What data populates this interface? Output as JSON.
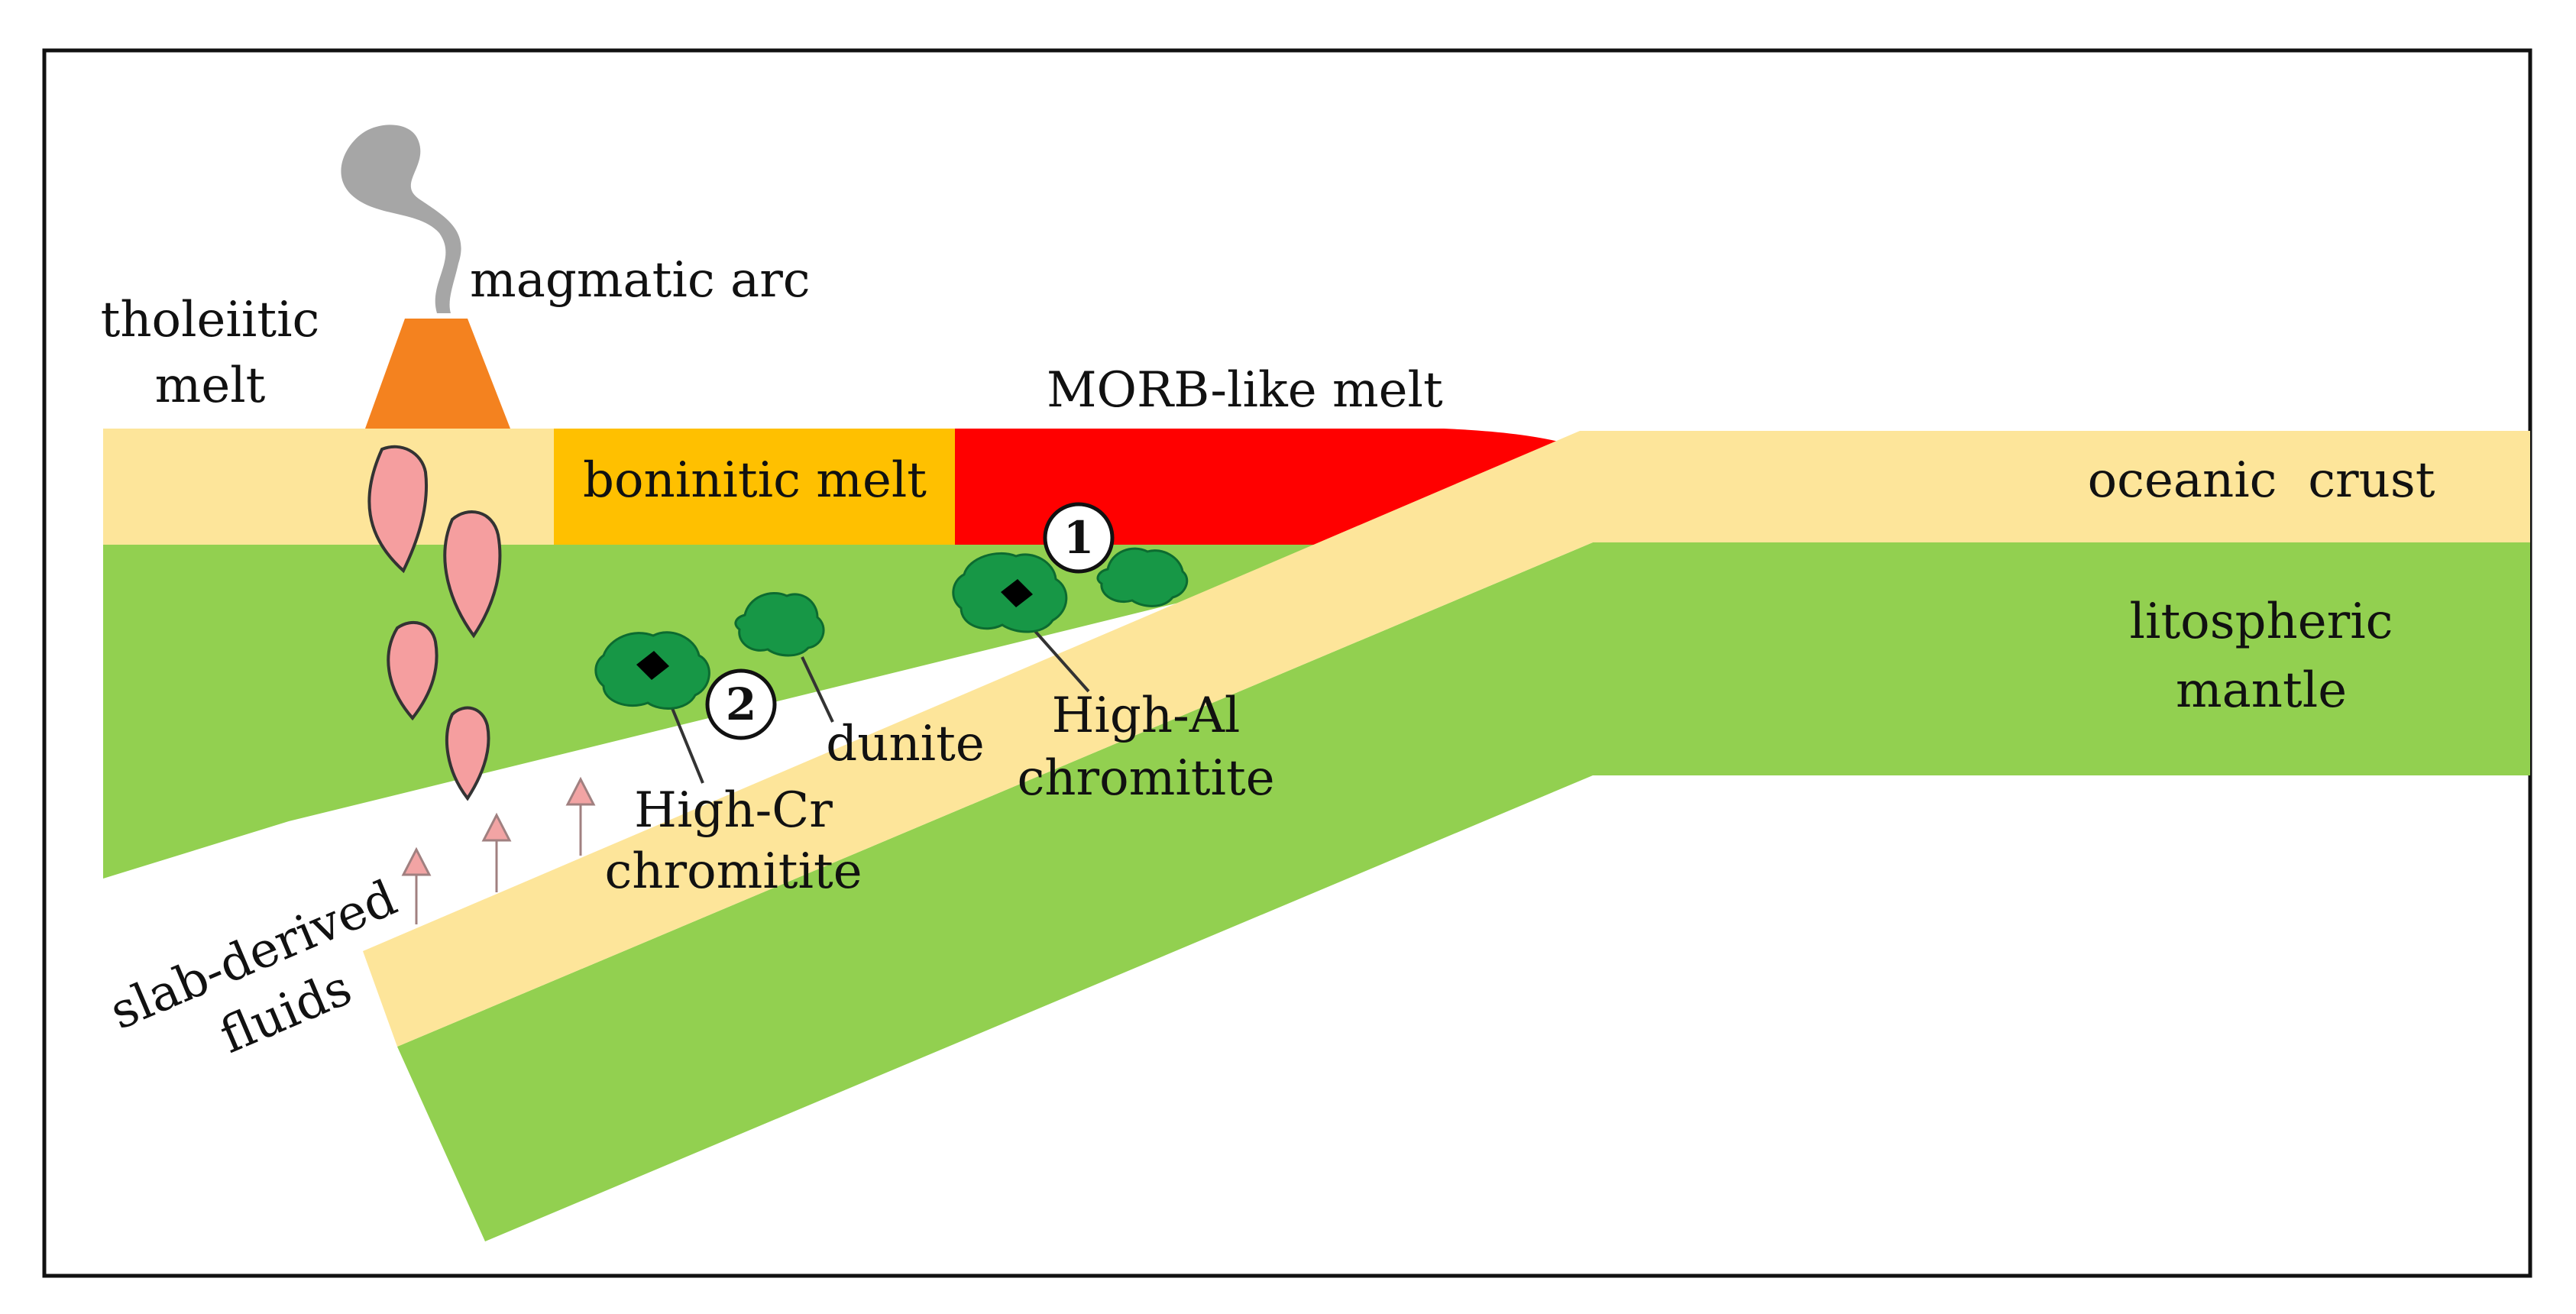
{
  "labels": {
    "tholeiitic": [
      "tholeiitic",
      "melt"
    ],
    "magmatic_arc": "magmatic arc",
    "morb": "MORB-like melt",
    "boninitic": "boninitic melt",
    "oceanic_crust": "oceanic  crust",
    "litospheric": [
      "litospheric",
      "mantle"
    ],
    "dunite": "dunite",
    "high_al": [
      "High-Al",
      "chromitite"
    ],
    "high_cr": [
      "High-Cr",
      "chromitite"
    ],
    "slab_fluids": [
      "slab-derived",
      "fluids"
    ],
    "marker_1": "1",
    "marker_2": "2"
  },
  "colors": {
    "crust": "#fde59a",
    "mantle": "#92d050",
    "boninitic": "#ffc000",
    "morb": "#ff0000",
    "volcano": "#f4821f",
    "smoke": "#a6a6a6",
    "chromitite_pod": "#179746",
    "melt_drop": "#f59e9f",
    "fluid_arrow": "#f2a4a4"
  },
  "icons": {
    "volcano": "volcano-icon",
    "smoke": "smoke-plume-icon",
    "melt_drop": "melt-drop-icon",
    "fluid_arrow": "up-arrow-icon",
    "pod": "chromitite-pod-icon"
  }
}
